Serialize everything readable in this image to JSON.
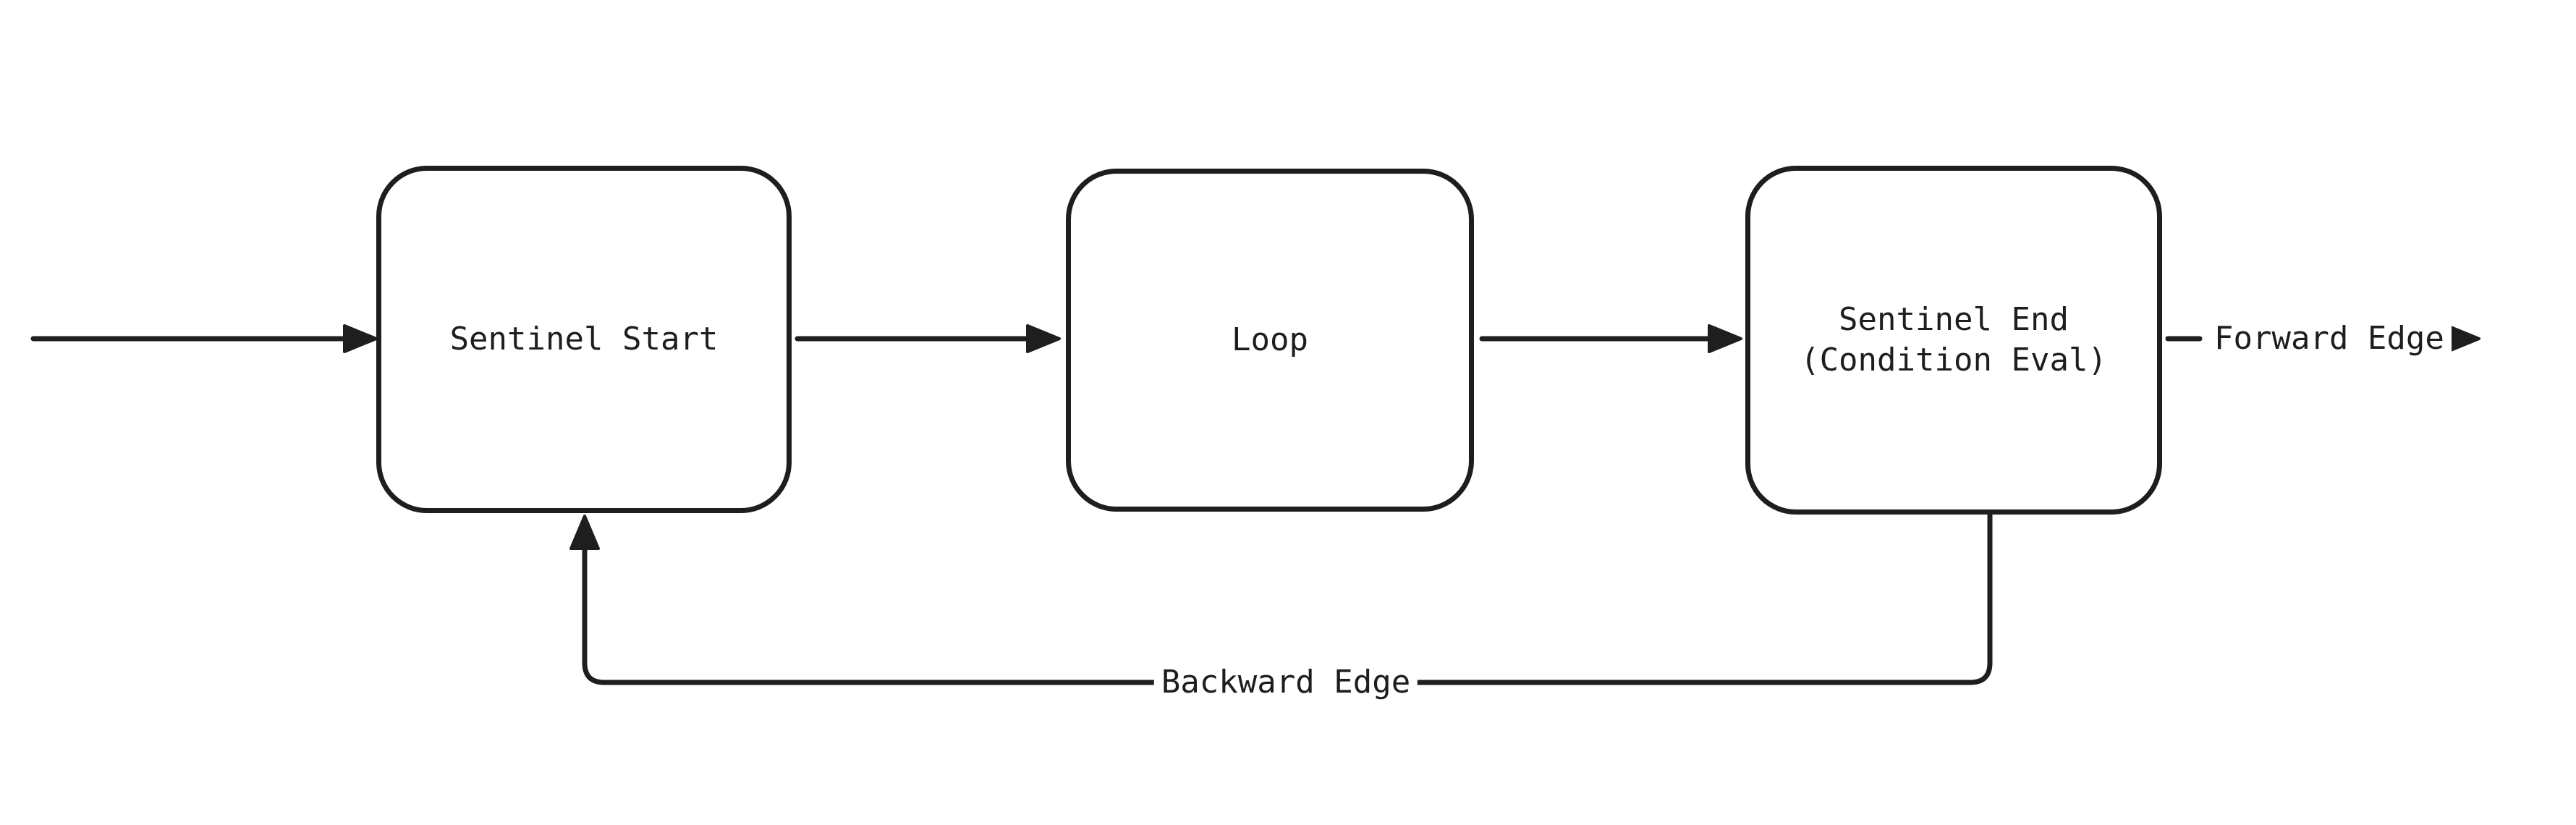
{
  "diagram": {
    "colors": {
      "background": "#ffffff",
      "stroke": "#1e1e1e"
    },
    "nodes": [
      {
        "label": "Sentinel Start"
      },
      {
        "label": "Loop"
      },
      {
        "label": "Sentinel End\n(Condition Eval)"
      }
    ],
    "edge_labels": {
      "forward": "Forward Edge",
      "backward": "Backward Edge"
    }
  }
}
